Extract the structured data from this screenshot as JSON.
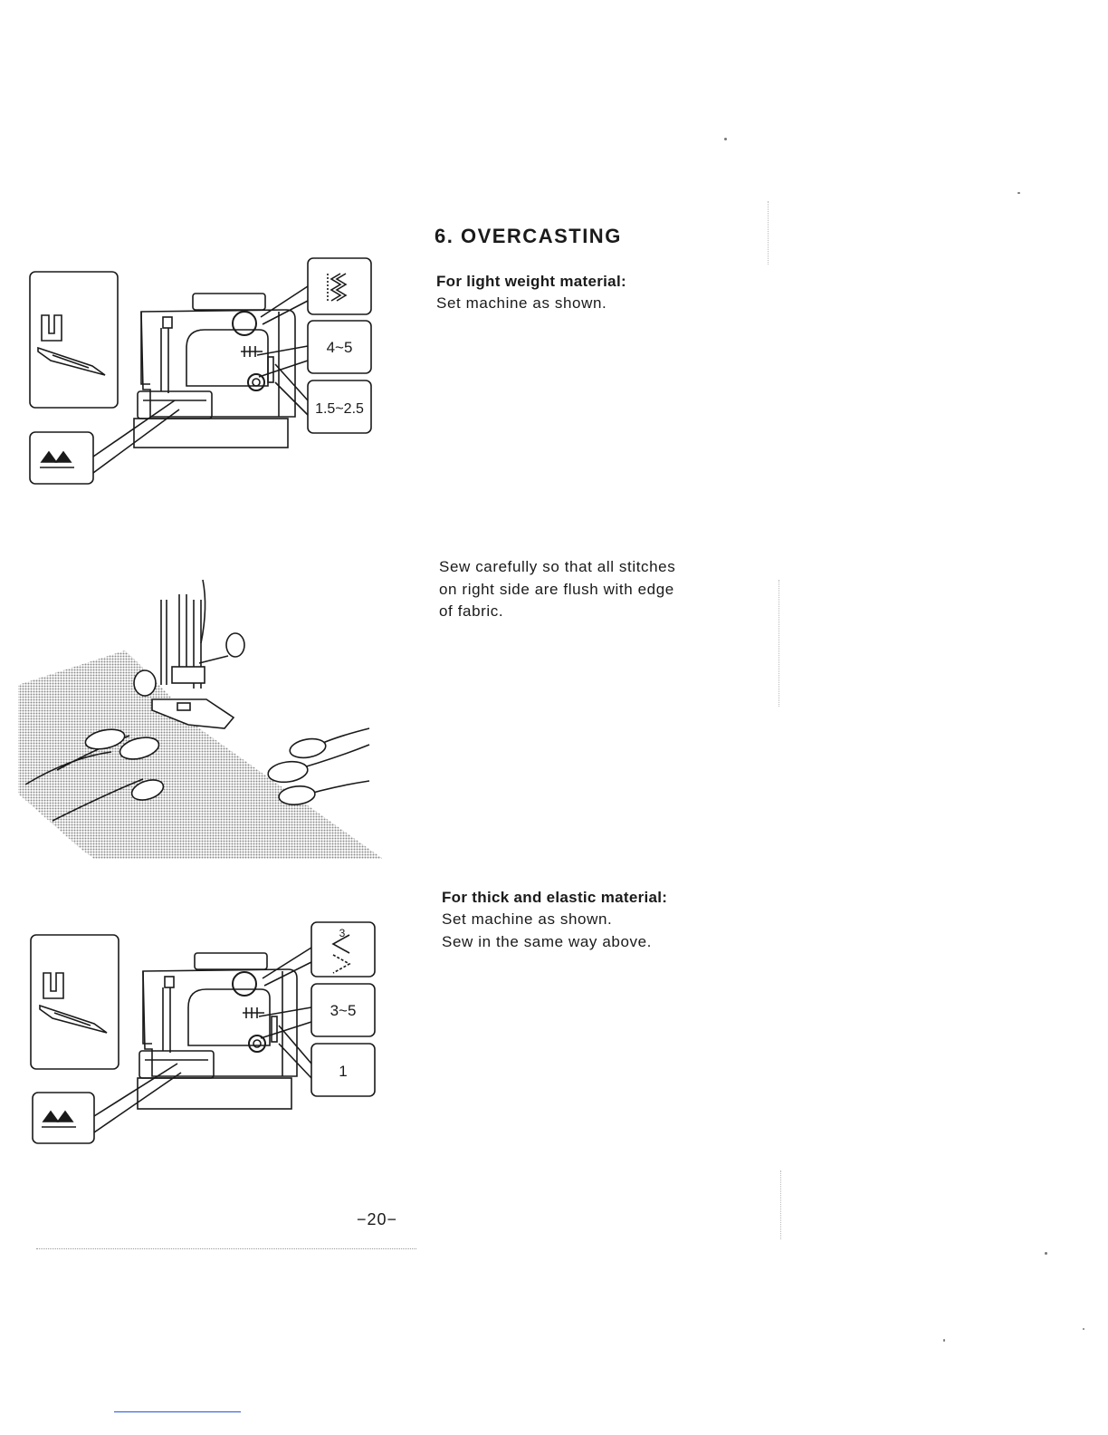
{
  "section": {
    "title": "6. OVERCASTING"
  },
  "light": {
    "heading": "For light weight material:",
    "lines": [
      "Set machine as shown."
    ],
    "settings": {
      "stitch_width": "4~5",
      "stitch_length": "1.5~2.5"
    }
  },
  "sew": {
    "lines": [
      "Sew carefully so that all stitches",
      "on right side are flush with edge",
      "of fabric."
    ]
  },
  "thick": {
    "heading": "For thick and elastic material:",
    "lines": [
      "Set machine as shown.",
      "Sew in the same way above."
    ],
    "settings": {
      "pattern_number": "3",
      "stitch_width": "3~5",
      "stitch_length": "1"
    }
  },
  "page_number": "−20−",
  "colors": {
    "ink": "#1a1a1a",
    "fabric": "#bdbdbd",
    "link_line": "#2255dd"
  }
}
